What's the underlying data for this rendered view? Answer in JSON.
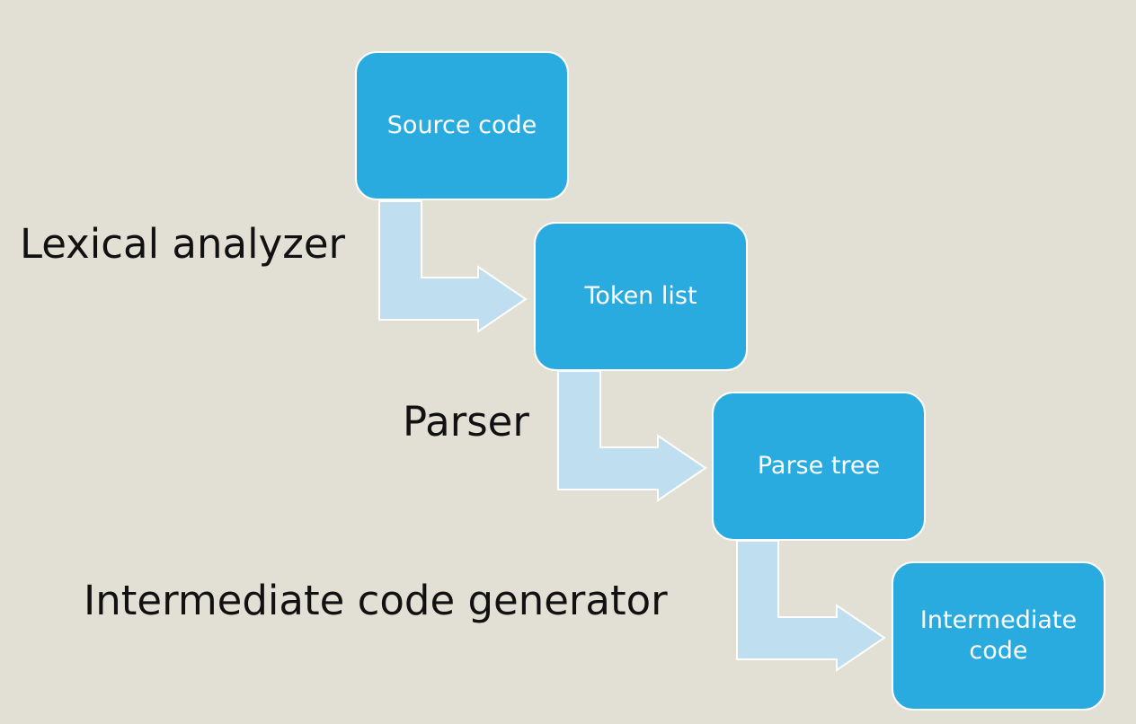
{
  "diagram": {
    "nodes": [
      {
        "id": "source-code",
        "label": "Source code"
      },
      {
        "id": "token-list",
        "label": "Token list"
      },
      {
        "id": "parse-tree",
        "label": "Parse tree"
      },
      {
        "id": "intermediate-code",
        "label": "Intermediate\ncode"
      }
    ],
    "stages": [
      {
        "label": "Lexical analyzer",
        "from": "source-code",
        "to": "token-list"
      },
      {
        "label": "Parser",
        "from": "token-list",
        "to": "parse-tree"
      },
      {
        "label": "Intermediate code generator",
        "from": "parse-tree",
        "to": "intermediate-code"
      }
    ]
  },
  "colors": {
    "background": "#e2dfd4",
    "node_fill": "#2aabe0",
    "node_border": "#ffffff",
    "node_text": "#ffffff",
    "arrow_fill": "#bfdff1",
    "arrow_stroke": "#ffffff",
    "label_text": "#111111"
  }
}
